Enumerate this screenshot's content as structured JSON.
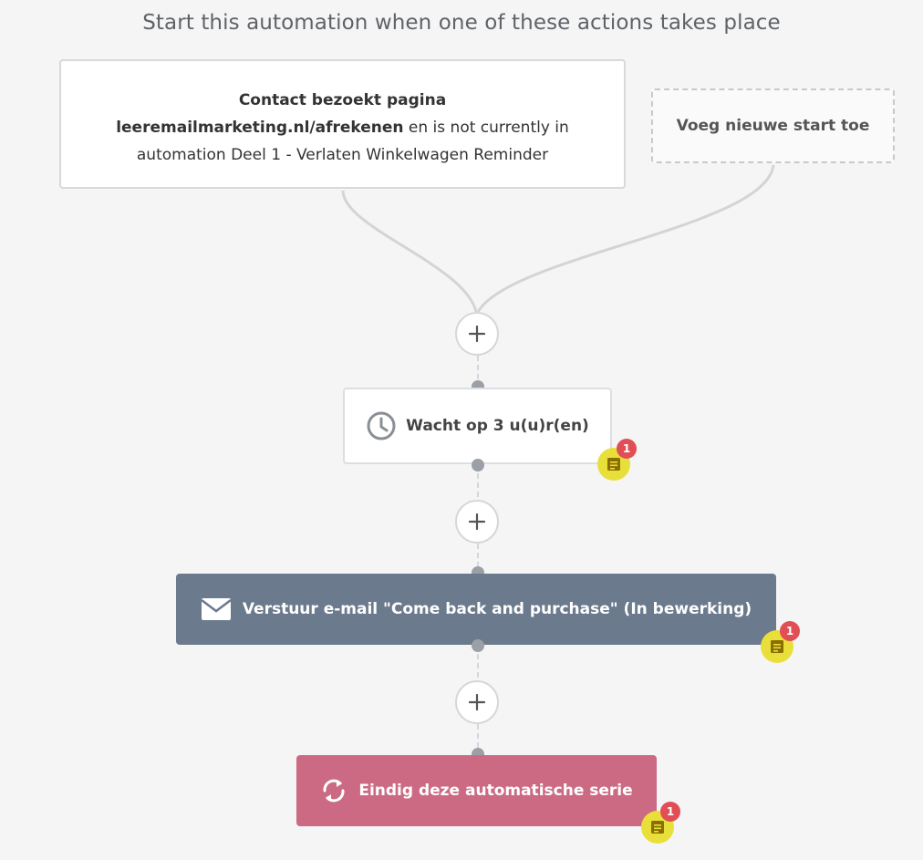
{
  "header": {
    "title": "Start this automation when one of these actions takes place"
  },
  "triggers": {
    "main": {
      "line1": "Contact bezoekt pagina",
      "url": "leeremailmarketing.nl/afrekenen",
      "line2_rest": " en is not currently in",
      "line3": "automation Deel 1 - Verlaten Winkelwagen Reminder"
    },
    "add_start_label": "Voeg nieuwe start toe"
  },
  "steps": {
    "wait": {
      "label": "Wacht op 3 u(u)r(en)",
      "note_count": "1"
    },
    "email": {
      "label": "Verstuur e-mail \"Come back and purchase\" (In bewerking)",
      "note_count": "1"
    },
    "end": {
      "label": "Eindig deze automatische serie",
      "note_count": "1"
    }
  },
  "icons": {
    "wait": "clock-icon",
    "email": "envelope-icon",
    "end": "refresh-arrows-icon",
    "add": "plus-icon",
    "note": "note-icon"
  },
  "colors": {
    "email_block": "#6b7a8c",
    "end_block": "#cc6a83",
    "note_badge": "#e04f56",
    "note_bubble": "#e9df3a"
  }
}
